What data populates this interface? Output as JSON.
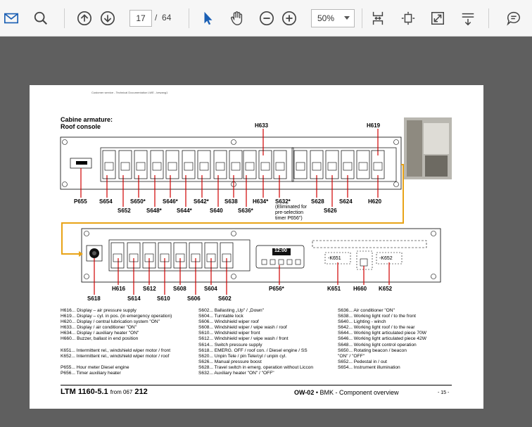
{
  "toolbar": {
    "current_page": "17",
    "page_separator": "/",
    "total_pages": "64",
    "zoom": "50%",
    "icons": [
      "mail-icon",
      "search-icon",
      "page-up-icon",
      "page-down-icon",
      "select-arrow-icon",
      "hand-icon",
      "zoom-out-icon",
      "zoom-in-icon",
      "fit-page-icon",
      "rotate-icon",
      "fullscreen-icon",
      "scroll-mode-icon",
      "comment-icon"
    ]
  },
  "doc": {
    "header_note": "Customer service - Technical Documentation LWE - kewang1",
    "title_line1": "Cabine armature:",
    "title_line2": "Roof console",
    "labels": {
      "H633": "H633",
      "H619": "H619",
      "P655": "P655",
      "S654": "S654",
      "S652": "S652",
      "S650": "S650*",
      "S648": "S648*",
      "S646": "S646*",
      "S644": "S644*",
      "S642": "S642*",
      "S640": "S640",
      "S638": "S638",
      "S636": "S636*",
      "H634": "H634*",
      "S632": "S632*",
      "S632_note1": "(Eliminated for",
      "S632_note2": "pre-selection",
      "S632_note3": "timer P656\")",
      "S628": "S628",
      "S626": "S626",
      "S624": "S624",
      "H620": "H620",
      "S618": "S618",
      "H616": "H616",
      "S614": "S614",
      "S612": "S612",
      "S610": "S610",
      "S608": "S608",
      "S606": "S606",
      "S604": "S604",
      "S602": "S602",
      "P656": "P656*",
      "K651": "K651",
      "H660": "H660",
      "K652": "K652",
      "K651_box": "-K651",
      "K652_box": "-K652",
      "timer_display": "12:00"
    },
    "legend_col1": [
      "H616... Display – air pressure supply",
      "H619... Display – cyl. in pos. (in emergency operation)",
      "H620... Display / central lubrication system \"ON\"",
      "H633... Display / air conditioner \"ON\"",
      "H634... Display / auxiliary heater \"ON\"",
      "H660... Buzzer, ballast in end position",
      "",
      "K651... Intermittent rel., windshield wiper motor / front",
      "K652... Intermittent rel., windshield wiper motor / roof",
      "",
      "P655... Hour meter Diesel engine",
      "P656... Timer auxiliary heater"
    ],
    "legend_col2": [
      "S602... Ballasting „Up\" / „Down\"",
      "S604... Turntable lock",
      "S606... Windshield wiper roof",
      "S608... Windshield wiper / wipe wash / roof",
      "S610... Windshield wiper front",
      "S612... Windshield wiper / wipe wash / front",
      "S614... Switch pressure supply",
      "S618... EMERG. OFF / roof con. / Diesel engine / SS",
      "S620... Unpin Tele / pin Tele/cyl / unpin cyl.",
      "S626... Manual pressure boost",
      "S628... Travel switch in emerg. operation without Liccon",
      "S632... Auxiliary heater \"ON\" / \"OFF\""
    ],
    "legend_col3": [
      "S636... Air conditioner \"ON\"",
      "S638... Working light roof / to the front",
      "S640... Lighting - winch",
      "S642... Working light roof / to the rear",
      "S644... Working light articulated piece 70W",
      "S646... Working light articulated piece 42W",
      "S648... Working light control operation",
      "S650... Rotating beacon / beacon",
      "          \"ON\" / \"OFF\"",
      "S652... Pedestal in / out",
      "S654... Instrument illumination"
    ],
    "footer_model": "LTM 1160-5.1",
    "footer_from": "from 067",
    "footer_serial": "212",
    "footer_section": "OW-02",
    "footer_bullet": "•",
    "footer_bmk": "BMK - Component overview",
    "footer_page": "- 15 -"
  }
}
